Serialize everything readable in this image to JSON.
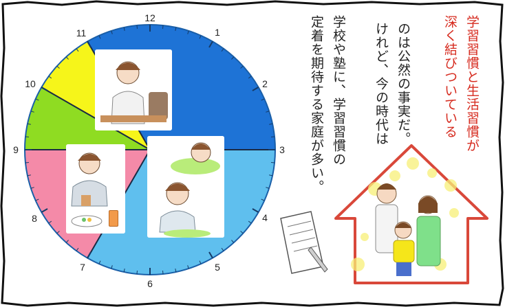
{
  "clock": {
    "numbers": [
      "12",
      "1",
      "2",
      "3",
      "4",
      "5",
      "6",
      "7",
      "8",
      "9",
      "10",
      "11"
    ]
  },
  "text": {
    "col1": "学習習慣と生活習慣が",
    "col2": "深く結びついている",
    "col3": "のは公然の事実だ。",
    "col4": "けれど、今の時代は",
    "col5": "学校や塾に、学習習慣の",
    "col6": "定着を期待する家庭が多い。"
  },
  "colors": {
    "red_text": "#d62a1e",
    "black_text": "#222222",
    "blue": "#1e73d6",
    "light_blue": "#5fbfee",
    "pink": "#f48aa8",
    "yellow_green": "#8fdc22",
    "yellow": "#f6f51a",
    "house_outline": "#d9483a"
  }
}
